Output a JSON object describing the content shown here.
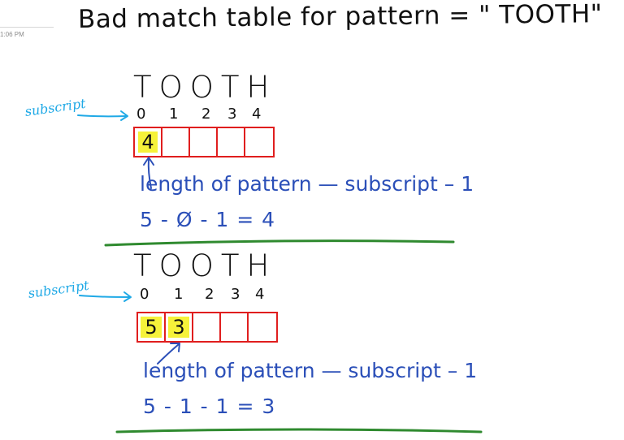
{
  "timestamp": "1:06 PM",
  "title": "Bad match table for pattern = \" TOOTH\"",
  "sections": [
    {
      "pattern": "TOOTH",
      "subscripts": [
        "0",
        "1",
        "2",
        "3",
        "4"
      ],
      "label": "subscript",
      "cells": [
        "4",
        "",
        "",
        "",
        ""
      ],
      "highlighted": [
        0
      ],
      "formula": "length of pattern — subscript – 1",
      "calculation": "5 - Ø - 1 = 4"
    },
    {
      "pattern": "TOOTH",
      "subscripts": [
        "0",
        "1",
        "2",
        "3",
        "4"
      ],
      "label": "subscript",
      "cells": [
        "5",
        "3",
        "",
        "",
        ""
      ],
      "highlighted": [
        0,
        1
      ],
      "formula": "length of pattern — subscript – 1",
      "calculation": "5 - 1 - 1 = 3"
    }
  ],
  "colors": {
    "table_border": "#e01e1e",
    "highlight": "#f6f23a",
    "formula": "#2b4fb8",
    "label": "#1fa9e6",
    "divider": "#2f8a2f"
  }
}
